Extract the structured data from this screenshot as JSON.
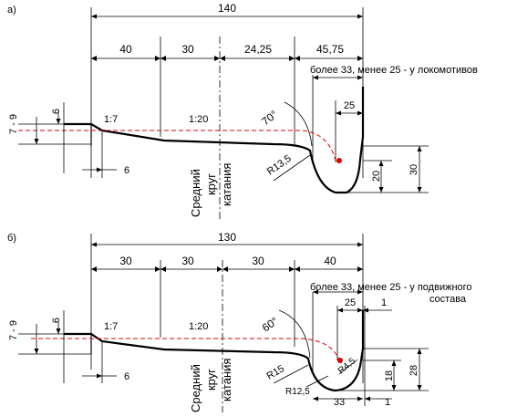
{
  "panel_a": {
    "tag": "а)",
    "total": "140",
    "seg1": "40",
    "seg2": "30",
    "seg3": "24,25",
    "seg4": "45,75",
    "note": "более 33, менее 25 - у локомотивов",
    "flange_width": "25",
    "angle": "70°",
    "radius": "R13,5",
    "height_flange": "20",
    "height_total": "30",
    "chamfer_height": "6",
    "chamfer_range": "7 - 9",
    "chamfer_width": "6",
    "slope1": "1:7",
    "slope2": "1:20",
    "circle_label": [
      "Средний",
      "круг",
      "катания"
    ]
  },
  "panel_b": {
    "tag": "б)",
    "total": "130",
    "seg1": "30",
    "seg2": "30",
    "seg3": "30",
    "seg4": "40",
    "note_line1": "более 33, менее 25 - у подвижного",
    "note_line2": "состава",
    "flange_width": "25",
    "flange_top_offset": "1",
    "flange_bottom_offset": "1",
    "flange_base": "33",
    "angle": "60°",
    "radius": "R15",
    "radius2": "R12,5",
    "radius3": "R4,5",
    "height_flange": "18",
    "height_total": "28",
    "chamfer_height": "6",
    "chamfer_range": "7 - 9",
    "chamfer_width": "6",
    "slope1": "1:7",
    "slope2": "1:20",
    "circle_label": [
      "Средний",
      "круг",
      "катания"
    ]
  }
}
